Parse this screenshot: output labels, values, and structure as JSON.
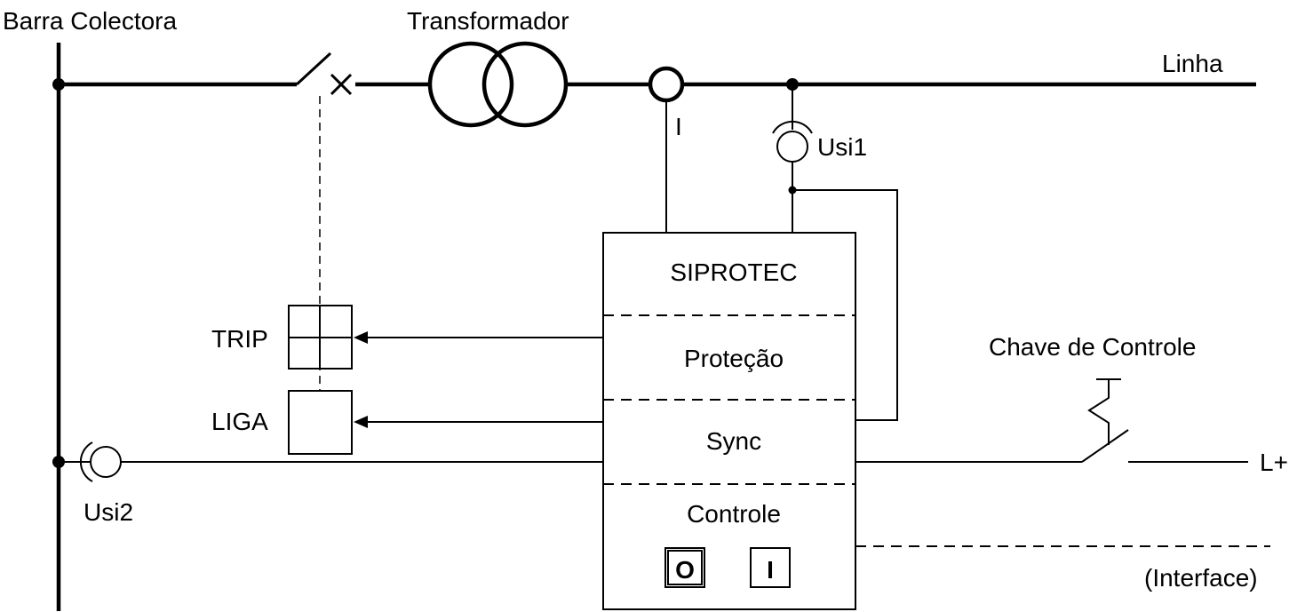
{
  "labels": {
    "busbar": "Barra Colectora",
    "transformer": "Transformador",
    "line": "Linha",
    "current": "I",
    "vt_line": "Usi1",
    "vt_bus": "Usi2",
    "trip": "TRIP",
    "close": "LIGA",
    "control_switch": "Chave de Controle",
    "supply": "L+",
    "interface": "(Interface)"
  },
  "device": {
    "name": "SIPROTEC",
    "sections": [
      "Proteção",
      "Sync",
      "Controle"
    ],
    "buttons": {
      "open": "O",
      "close": "I"
    }
  }
}
